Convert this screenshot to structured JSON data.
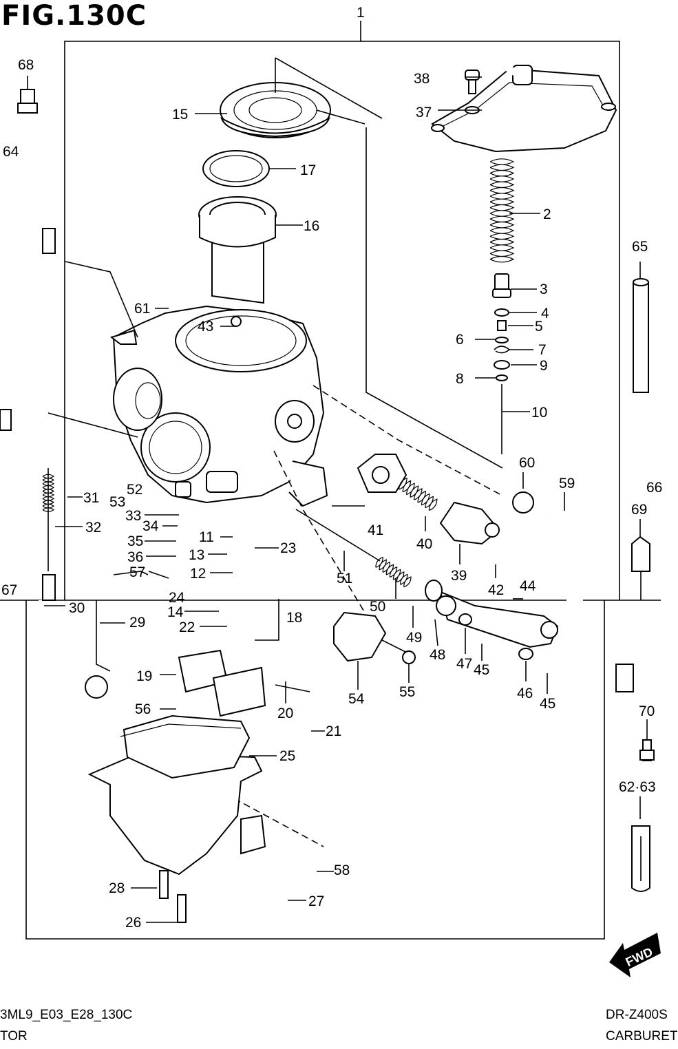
{
  "figure_title": "FIG.130C",
  "footer": {
    "left_line1": "3ML9_E03_E28_130C",
    "left_line2": "TOR",
    "right_line1": "DR-Z400S",
    "right_line2": "CARBURET"
  },
  "fwd_label": "FWD",
  "callouts": {
    "c1": "1",
    "c2": "2",
    "c3": "3",
    "c4": "4",
    "c5": "5",
    "c6": "6",
    "c7": "7",
    "c8": "8",
    "c9": "9",
    "c10": "10",
    "c11": "11",
    "c12": "12",
    "c13": "13",
    "c14": "14",
    "c15": "15",
    "c16": "16",
    "c17": "17",
    "c18": "18",
    "c19": "19",
    "c20": "20",
    "c21": "21",
    "c22": "22",
    "c23": "23",
    "c24": "24",
    "c25": "25",
    "c26": "26",
    "c27": "27",
    "c28": "28",
    "c29": "29",
    "c30": "30",
    "c31": "31",
    "c32": "32",
    "c33": "33",
    "c34": "34",
    "c35": "35",
    "c36": "36",
    "c37": "37",
    "c38": "38",
    "c39": "39",
    "c40": "40",
    "c41": "41",
    "c42": "42",
    "c43": "43",
    "c44": "44",
    "c45a": "45",
    "c45b": "45",
    "c46": "46",
    "c47": "47",
    "c48": "48",
    "c49": "49",
    "c50": "50",
    "c51": "51",
    "c52": "52",
    "c53": "53",
    "c54": "54",
    "c55": "55",
    "c56": "56",
    "c57": "57",
    "c58": "58",
    "c59": "59",
    "c60": "60",
    "c61": "61",
    "c64": "64",
    "c65": "65",
    "c66": "66",
    "c67": "67",
    "c68": "68",
    "c69": "69",
    "c70": "70",
    "c6263": "62·63"
  }
}
